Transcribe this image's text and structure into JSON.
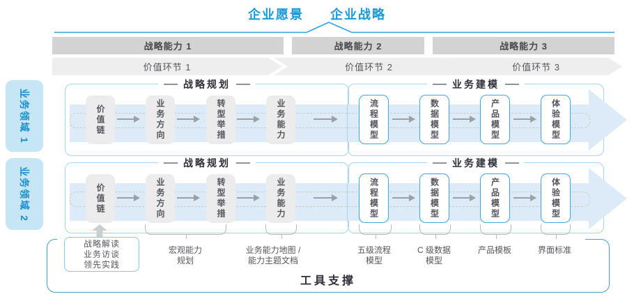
{
  "header": {
    "vision": "企业愿景",
    "strategy": "企业战略"
  },
  "capability_bar": [
    "战略能力 1",
    "战略能力 2",
    "战略能力 3"
  ],
  "value_bar": [
    "价值环节 1",
    "价值环节 2",
    "价值环节 3"
  ],
  "domains": [
    "业务领域 1",
    "业务领域 2"
  ],
  "sections": {
    "strategy": "战略规划",
    "modeling": "业务建模"
  },
  "strategy_boxes": [
    "价值链",
    "业务方向",
    "转型举措",
    "业务能力"
  ],
  "modeling_boxes": [
    "流程模型",
    "数据模型",
    "产品模型",
    "体验模型"
  ],
  "annotations": {
    "practice": [
      "战略解读",
      "业务访谈",
      "领先实践"
    ],
    "macro_capability": [
      "宏观能力",
      "规划"
    ],
    "capability_map": [
      "业务能力地图 /",
      "能力主题文档"
    ],
    "process_model": [
      "五级流程",
      "模型"
    ],
    "data_model": [
      "C 级数据",
      "模型"
    ],
    "product_template": "产品模板",
    "ui_standard": "界面标准"
  },
  "footer": "工具支撑",
  "colors": {
    "accent": "#1899d6",
    "line_blue": "#2ba2dc",
    "bar_dark": "#d3d3d3",
    "bar_light": "#eeeeee",
    "band": "#dcebf7",
    "border_light": "#a5d5ec",
    "border_strong": "#3f9fd4",
    "box_gray": "#ececec",
    "box_border": "#3fa7da",
    "sidebar_bg": "#c6e6f6",
    "sidebar_text": "#1a8fcd",
    "practice_border": "#86c7e8",
    "text_dark": "#48484c",
    "text_gray": "#55565c",
    "text_head": "#2e2f38",
    "arrow": "#9aa0a4",
    "dash": "#8e9196",
    "tube": "#c9c9c9",
    "brace": "#b5b9bc"
  }
}
